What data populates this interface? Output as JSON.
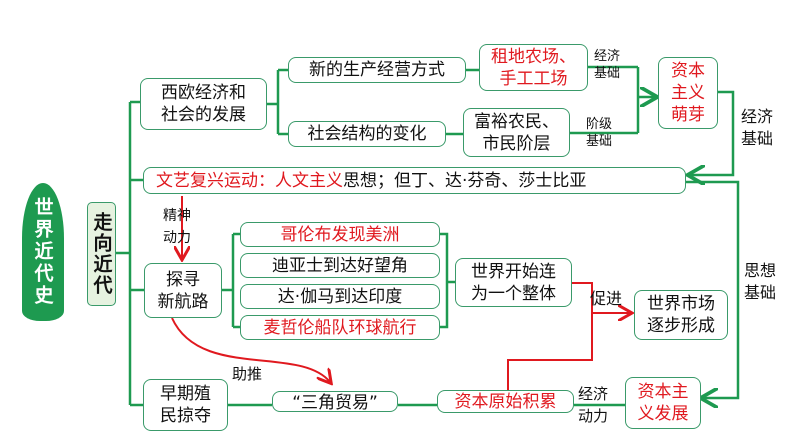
{
  "root": "世界近代史",
  "branch": "走向近代",
  "nodes": {
    "west_econ": [
      "西欧经济和",
      "社会的发展"
    ],
    "new_mode": "新的生产经营方式",
    "social_change": "社会结构的变化",
    "farms": [
      "租地农场、",
      "手工工场"
    ],
    "classes": [
      "富裕农民、",
      "市民阶层"
    ],
    "sprout": [
      "资本",
      "主义",
      "萌芽"
    ],
    "renaissance": {
      "red1": "文艺复兴运动：",
      "red2": "人文主义",
      "rest": "思想；但丁、达·芬奇、莎士比亚"
    },
    "explore": [
      "探寻",
      "新航路"
    ],
    "voyages": [
      "哥伦布发现美洲",
      "迪亚士到达好望角",
      "达·伽马到达印度",
      "麦哲伦船队环球航行"
    ],
    "world_whole": [
      "世界开始连",
      "为一个整体"
    ],
    "world_market": [
      "世界市场",
      "逐步形成"
    ],
    "colonial": [
      "早期殖",
      "民掠夺"
    ],
    "triangle": "“三角贸易”",
    "accumulation": "资本原始积累",
    "cap_dev": [
      "资本主",
      "义发展"
    ]
  },
  "labels": {
    "econ_base1": [
      "经济",
      "基础"
    ],
    "class_base": [
      "阶级",
      "基础"
    ],
    "econ_base2": [
      "经济",
      "基础"
    ],
    "spirit": [
      "精神",
      "动力"
    ],
    "thought_base": [
      "思想",
      "基础"
    ],
    "promote": "促进",
    "boost": "助推",
    "econ_power": [
      "经济",
      "动力"
    ]
  },
  "colors": {
    "green": "#1e9a50",
    "red": "#e0191f",
    "border": "#3a9a6a"
  }
}
